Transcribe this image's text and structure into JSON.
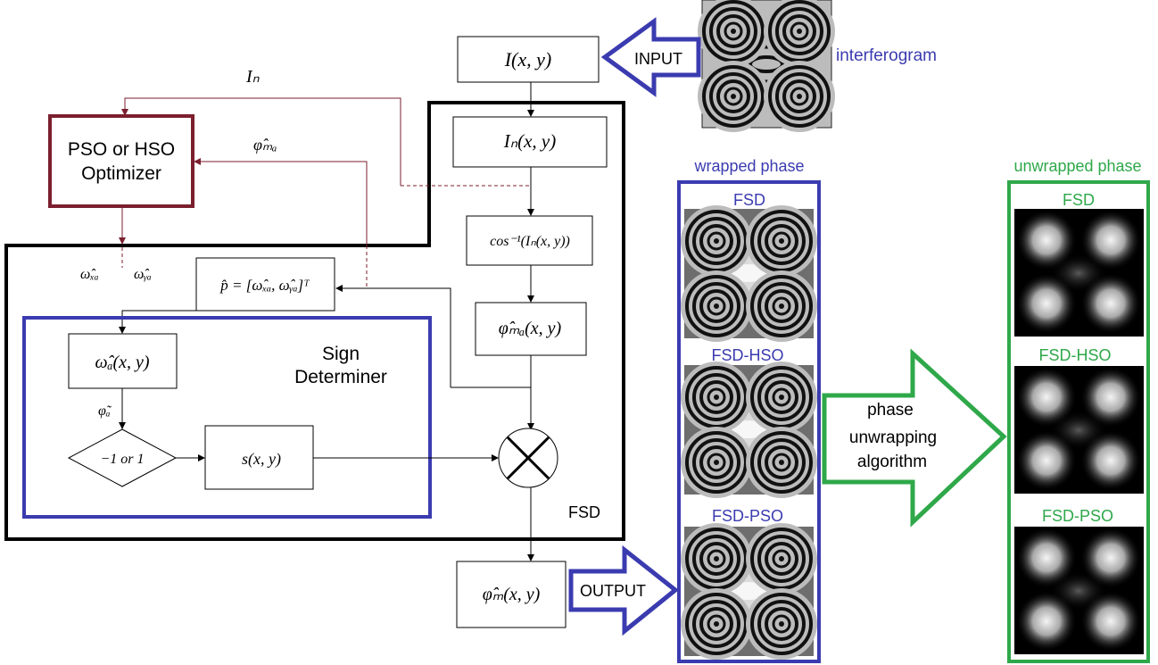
{
  "diagram": {
    "input_label": "INPUT",
    "output_label": "OUTPUT",
    "interferogram_label": "interferogram",
    "wrapped_phase_label": "wrapped phase",
    "unwrapped_phase_label": "unwrapped phase",
    "fsd_label": "FSD",
    "optimizer_line1": "PSO or HSO",
    "optimizer_line2": "Optimizer",
    "sign_line1": "Sign",
    "sign_line2": "Determiner",
    "phase_arrow_line1": "phase",
    "phase_arrow_line2": "unwrapping",
    "phase_arrow_line3": "algorithm",
    "wrapped_titles": [
      "FSD",
      "FSD-HSO",
      "FSD-PSO"
    ],
    "unwrapped_titles": [
      "FSD",
      "FSD-HSO",
      "FSD-PSO"
    ],
    "math": {
      "I_xy": "I(x, y)",
      "In_xy": "Iₙ(x, y)",
      "arccos": "cos⁻¹(Iₙ(x, y))",
      "phi_wa": "φ̂ₘₐ(x, y)",
      "phi_w": "φ̂ₘ(x, y)",
      "omega_a": "ω̂ₐ(x, y)",
      "s_xy": "s(x, y)",
      "minus1_or_1": "−1 or 1",
      "p_vector": "p̂ = [ω̂ₓₐ, ω̂ᵧₐ]ᵀ",
      "In": "Iₙ",
      "phi_wa_sym": "φ̂ₘₐ",
      "omega_xa": "ω̂ₓₐ",
      "omega_ya": "ω̂ᵧₐ",
      "phi_a": "φ̃ₐ"
    }
  },
  "colors": {
    "optimizer": "#7b1f2e",
    "blue": "#3b3bb0",
    "green": "#2fa84a",
    "black": "#000000"
  }
}
